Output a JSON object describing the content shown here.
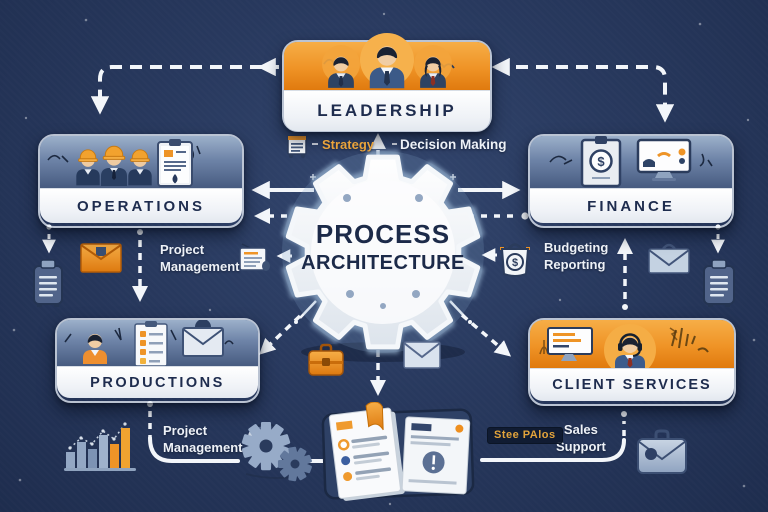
{
  "page": {
    "name": "Process Architecture Diagram"
  },
  "center_gear": {
    "title_line1": "PROCESS",
    "title_line2": "ARCHITECTURE"
  },
  "nodes": {
    "leadership": {
      "label": "LEADERSHIP"
    },
    "operations": {
      "label": "OPERATIONS"
    },
    "finance": {
      "label": "FINANCE"
    },
    "productions": {
      "label": "PRODUCTIONS"
    },
    "client_services": {
      "label": "CLIENT SERVICES"
    }
  },
  "annotations": {
    "strategy": "Strategy",
    "decision_making": "Decision Making",
    "project_management_upper": "Project\nManagement",
    "budgeting_reporting": "Budgeting\nReporting",
    "project_management_lower": "Project\nManagement",
    "sales_support": "Sales\nSupport",
    "stee_palos": "Stee PAlos"
  },
  "icons": {
    "dollar_glyph": "$",
    "names": [
      "leadership-people-icon",
      "worker-team-icon",
      "clipboard-icon",
      "dollar-clipboard-icon",
      "monitor-chart-icon",
      "person-icon",
      "checklist-icon",
      "envelope-icon",
      "headset-person-icon",
      "document-stack-icon",
      "orange-envelope-icon",
      "note-document-icon",
      "money-bag-icon",
      "mail-briefcase-icon",
      "bar-chart-icon",
      "gears-icon",
      "documents-board-icon",
      "orange-briefcase-icon",
      "grey-envelope-icon",
      "sales-briefcase-icon",
      "strategy-doc-icon",
      "gear-icon"
    ]
  },
  "colors": {
    "background": "#28395e",
    "accent_orange": "#ef9326",
    "steel_blue": "#6e84a8",
    "navy_text": "#1e2c4e",
    "line_white": "#f3f6fa"
  }
}
